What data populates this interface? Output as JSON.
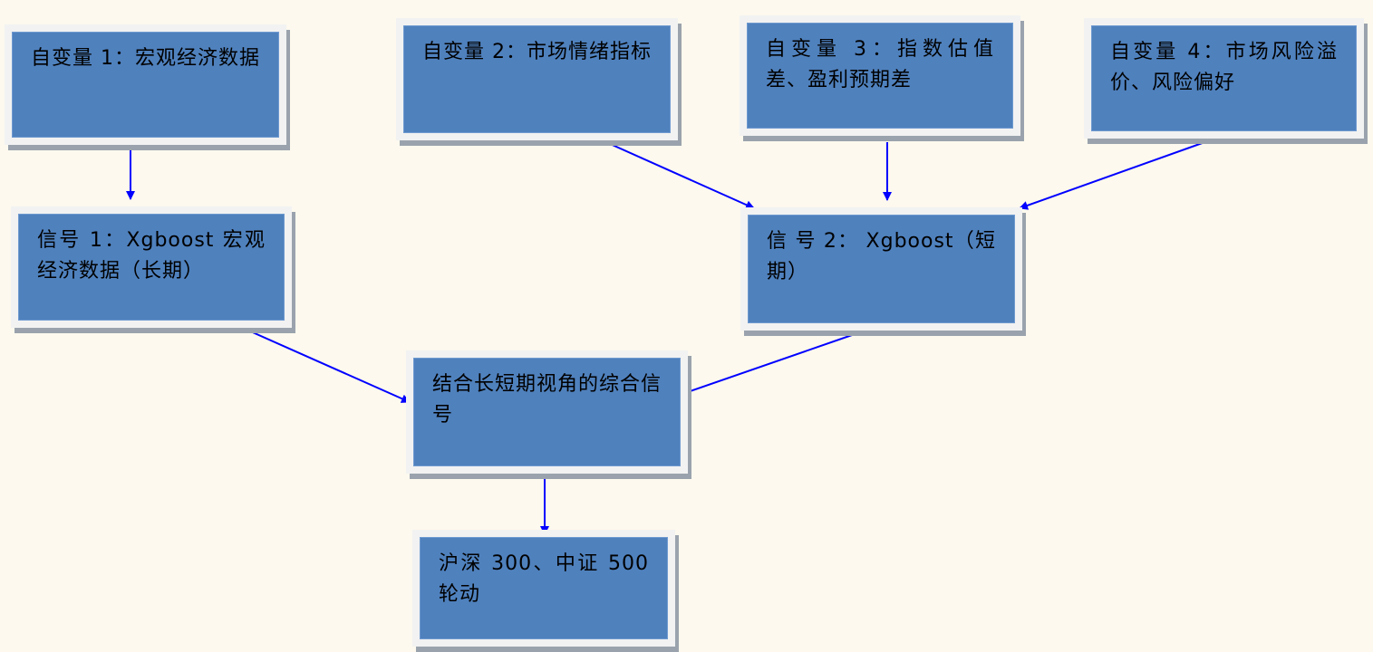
{
  "nodes": {
    "var1": "自变量 1：宏观经济数据",
    "var2": "自变量 2：市场情绪指标",
    "var3": "自变量 3：指数估值差、盈利预期差",
    "var4": "自变量 4：市场风险溢价、风险偏好",
    "signal1": "信号 1：Xgboost 宏观经济数据（长期）",
    "signal2": "信 号 2： Xgboost（短期）",
    "combined": "结合长短期视角的综合信号",
    "output": "沪深 300、中证 500 轮动"
  },
  "colors": {
    "box": "#4f81bd",
    "arrow": "#0000ff",
    "background": "#fdf9ee"
  }
}
